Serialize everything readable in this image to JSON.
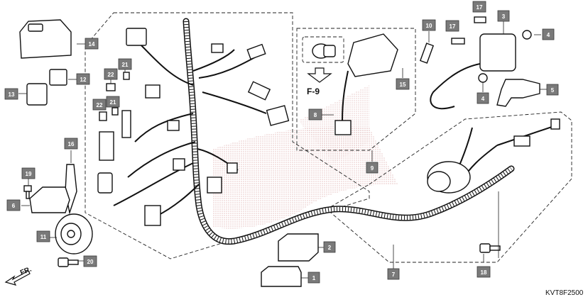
{
  "diagram": {
    "drawing_code": "KVT8F2500",
    "reference_label": "F-9",
    "direction_label": "FR.",
    "callouts": [
      {
        "id": "c1",
        "text": "1"
      },
      {
        "id": "c2",
        "text": "2"
      },
      {
        "id": "c3",
        "text": "3"
      },
      {
        "id": "c4a",
        "text": "4"
      },
      {
        "id": "c4b",
        "text": "4"
      },
      {
        "id": "c5",
        "text": "5"
      },
      {
        "id": "c6",
        "text": "6"
      },
      {
        "id": "c7",
        "text": "7"
      },
      {
        "id": "c8",
        "text": "8"
      },
      {
        "id": "c9",
        "text": "9"
      },
      {
        "id": "c10",
        "text": "10"
      },
      {
        "id": "c11",
        "text": "11"
      },
      {
        "id": "c12",
        "text": "12"
      },
      {
        "id": "c13",
        "text": "13"
      },
      {
        "id": "c14",
        "text": "14"
      },
      {
        "id": "c15",
        "text": "15"
      },
      {
        "id": "c16",
        "text": "16"
      },
      {
        "id": "c17a",
        "text": "17"
      },
      {
        "id": "c17b",
        "text": "17"
      },
      {
        "id": "c18",
        "text": "18"
      },
      {
        "id": "c19",
        "text": "19"
      },
      {
        "id": "c20",
        "text": "20"
      },
      {
        "id": "c21a",
        "text": "21"
      },
      {
        "id": "c21b",
        "text": "21"
      },
      {
        "id": "c22a",
        "text": "22"
      },
      {
        "id": "c22b",
        "text": "22"
      }
    ]
  }
}
